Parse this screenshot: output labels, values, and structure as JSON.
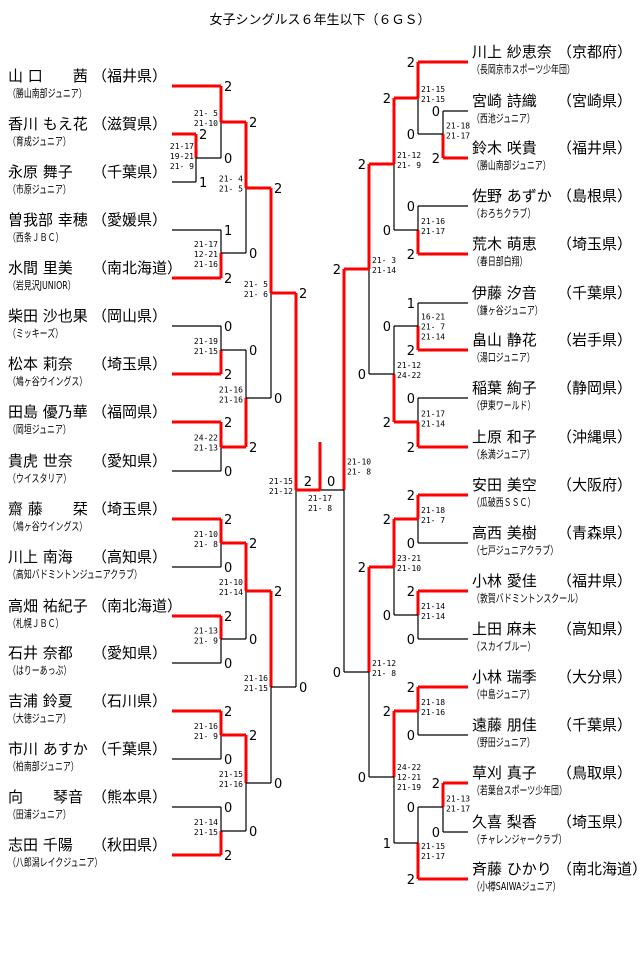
{
  "title": "女子シングルス６年生以下（６ＧＳ）",
  "colors": {
    "winner_line": "#ff0000",
    "line": "#000000"
  },
  "left_players": [
    {
      "name": "山 口　　茜",
      "pref": "（福井県）",
      "club": "（勝山南部ジュニア）"
    },
    {
      "name": "香川 もえ花",
      "pref": "（滋賀県）",
      "club": "（育成ジュニア）"
    },
    {
      "name": "永原 舞子",
      "pref": "（千葉県）",
      "club": "（市原ジュニア）"
    },
    {
      "name": "曽我部 幸穂",
      "pref": "（愛媛県）",
      "club": "（西条ＪＢＣ）"
    },
    {
      "name": "水間 里美",
      "pref": "（南北海道）",
      "club": "（岩見沢JUNIOR）"
    },
    {
      "name": "柴田 沙也果",
      "pref": "（岡山県）",
      "club": "（ミッキーズ）"
    },
    {
      "name": "松本 莉奈",
      "pref": "（埼玉県）",
      "club": "（鳩ヶ谷ウイングス）"
    },
    {
      "name": "田島 優乃華",
      "pref": "（福岡県）",
      "club": "（岡垣ジュニア）"
    },
    {
      "name": "貴虎 世奈",
      "pref": "（愛知県）",
      "club": "（ウイスタリア）"
    },
    {
      "name": "齋 藤　　栞",
      "pref": "（埼玉県）",
      "club": "（鳩ヶ谷ウイングス）"
    },
    {
      "name": "川上 南海",
      "pref": "（高知県）",
      "club": "（高知バドミントンジュニアクラブ）"
    },
    {
      "name": "高畑 祐紀子",
      "pref": "（南北海道）",
      "club": "（札幌ＪＢＣ）"
    },
    {
      "name": "石井 奈都",
      "pref": "（愛知県）",
      "club": "（はりーあっぷ）"
    },
    {
      "name": "吉浦 鈴夏",
      "pref": "（石川県）",
      "club": "（大徳ジュニア）"
    },
    {
      "name": "市川 あすか",
      "pref": "（千葉県）",
      "club": "（柏南部ジュニア）"
    },
    {
      "name": "向　　琴音",
      "pref": "（熊本県）",
      "club": "（田浦ジュニア）"
    },
    {
      "name": "志田 千陽",
      "pref": "（秋田県）",
      "club": "（八郎潟レイクジュニア）"
    }
  ],
  "right_players": [
    {
      "name": "川上 紗恵奈",
      "pref": "（京都府）",
      "club": "（長岡京市スポーツ少年団）"
    },
    {
      "name": "宮崎 詩織",
      "pref": "（宮崎県）",
      "club": "（西池ジュニア）"
    },
    {
      "name": "鈴木 咲貴",
      "pref": "（福井県）",
      "club": "（勝山南部ジュニア）"
    },
    {
      "name": "佐野 あずか",
      "pref": "（島根県）",
      "club": "（おろちクラブ）"
    },
    {
      "name": "荒木 萌恵",
      "pref": "（埼玉県）",
      "club": "（春日部白翔）"
    },
    {
      "name": "伊藤 汐音",
      "pref": "（千葉県）",
      "club": "（鎌ヶ谷ジュニア）"
    },
    {
      "name": "畠山 静花",
      "pref": "（岩手県）",
      "club": "（湯口ジュニア）"
    },
    {
      "name": "稲葉 絢子",
      "pref": "（静岡県）",
      "club": "（伊東ワールド）"
    },
    {
      "name": "上原 和子",
      "pref": "（沖縄県）",
      "club": "（糸満ジュニア）"
    },
    {
      "name": "安田 美空",
      "pref": "（大阪府）",
      "club": "（瓜破西ＳＳＣ）"
    },
    {
      "name": "高西 美樹",
      "pref": "（青森県）",
      "club": "（七戸ジュニアクラブ）"
    },
    {
      "name": "小林 愛佳",
      "pref": "（福井県）",
      "club": "（敦賀バドミントンスクール）"
    },
    {
      "name": "上田 麻未",
      "pref": "（高知県）",
      "club": "（スカイブルー）"
    },
    {
      "name": "小林 瑞季",
      "pref": "（大分県）",
      "club": "（中島ジュニア）"
    },
    {
      "name": "遠藤 朋佳",
      "pref": "（千葉県）",
      "club": "（野田ジュニア）"
    },
    {
      "name": "草刈 真子",
      "pref": "（鳥取県）",
      "club": "（若葉台スポーツ少年団）"
    },
    {
      "name": "久喜 梨香",
      "pref": "（埼玉県）",
      "club": "（チャレンジャークラブ）"
    },
    {
      "name": "斉藤 ひかり",
      "pref": "（南北海道）",
      "club": "（小樽SAIWAジュニア）"
    }
  ],
  "matches": {
    "L1": {
      "top": "2",
      "bottom": "1",
      "games": [
        "21-17",
        "19-21",
        "21- 9"
      ]
    },
    "L2": {
      "top": "2",
      "bottom": "0",
      "games": [
        "21- 5",
        "21-10"
      ]
    },
    "L3": {
      "top": "1",
      "bottom": "2",
      "games": [
        "21-17",
        "12-21",
        "21-16"
      ]
    },
    "L4": {
      "top": "2",
      "bottom": "0",
      "games": [
        "21- 4",
        "21- 5"
      ]
    },
    "L5": {
      "top": "0",
      "bottom": "2",
      "games": [
        "21-19",
        "21-15"
      ]
    },
    "L6": {
      "top": "2",
      "bottom": "0",
      "games": [
        "24-22",
        "21-13"
      ]
    },
    "L7": {
      "top": "0",
      "bottom": "2",
      "games": [
        "21-16",
        "21-16"
      ]
    },
    "L8": {
      "top": "2",
      "bottom": "0",
      "games": [
        "21- 5",
        "21- 6"
      ]
    },
    "L9": {
      "top": "2",
      "bottom": "0",
      "games": [
        "21-10",
        "21- 8"
      ]
    },
    "L10": {
      "top": "2",
      "bottom": "0",
      "games": [
        "21-13",
        "21- 9"
      ]
    },
    "L11": {
      "top": "2",
      "bottom": "0",
      "games": [
        "21-10",
        "21-14"
      ]
    },
    "L12": {
      "top": "2",
      "bottom": "0",
      "games": [
        "21-16",
        "21- 9"
      ]
    },
    "L13": {
      "top": "0",
      "bottom": "2",
      "games": [
        "21-14",
        "21-15"
      ]
    },
    "L14": {
      "top": "2",
      "bottom": "0",
      "games": [
        "21-15",
        "21-16"
      ]
    },
    "L15": {
      "top": "2",
      "bottom": "0",
      "games": [
        "21-16",
        "21-15"
      ]
    },
    "L16": {
      "top": "2",
      "bottom": "0",
      "games": [
        "21-15",
        "21-12"
      ]
    },
    "R1": {
      "top": "0",
      "bottom": "2",
      "games": [
        "21-18",
        "21-17"
      ]
    },
    "R2": {
      "top": "2",
      "bottom": "0",
      "games": [
        "21-15",
        "21-15"
      ]
    },
    "R3": {
      "top": "0",
      "bottom": "2",
      "games": [
        "21-16",
        "21-17"
      ]
    },
    "R4": {
      "top": "2",
      "bottom": "0",
      "games": [
        "21-12",
        "21- 9"
      ]
    },
    "R5": {
      "top": "1",
      "bottom": "2",
      "games": [
        "16-21",
        "21- 7",
        "21-14"
      ]
    },
    "R6": {
      "top": "0",
      "bottom": "2",
      "games": [
        "21-17",
        "21-14"
      ]
    },
    "R7": {
      "top": "0",
      "bottom": "2",
      "games": [
        "21-12",
        "24-22"
      ]
    },
    "R8": {
      "top": "2",
      "bottom": "0",
      "games": [
        "21- 3",
        "21-14"
      ]
    },
    "R9": {
      "top": "2",
      "bottom": "0",
      "games": [
        "21-18",
        "21- 7"
      ]
    },
    "R10": {
      "top": "2",
      "bottom": "0",
      "games": [
        "21-14",
        "21-14"
      ]
    },
    "R11": {
      "top": "2",
      "bottom": "0",
      "games": [
        "23-21",
        "21-10"
      ]
    },
    "R12": {
      "top": "2",
      "bottom": "0",
      "games": [
        "21-18",
        "21-16"
      ]
    },
    "R13": {
      "top": "2",
      "bottom": "0",
      "games": [
        "21-13",
        "21-17"
      ]
    },
    "R14": {
      "top": "0",
      "bottom": "2",
      "games": [
        "21-15",
        "21-17"
      ]
    },
    "R15": {
      "top": "2",
      "bottom": "1",
      "games": [
        "24-22",
        "12-21",
        "21-19"
      ]
    },
    "R16": {
      "top": "2",
      "bottom": "0",
      "games": [
        "21-12",
        "21- 8"
      ]
    },
    "R17": {
      "top": "2",
      "bottom": "0",
      "games": [
        "21-10",
        "21- 8"
      ]
    },
    "F": {
      "top": "2",
      "bottom": "0",
      "games": [
        "21-17",
        "21- 8"
      ]
    }
  }
}
